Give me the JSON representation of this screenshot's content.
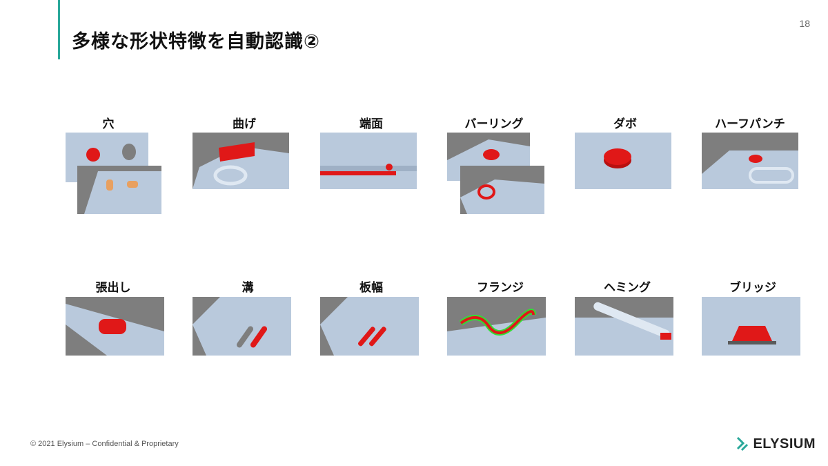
{
  "slide": {
    "title": "多様な形状特徴を自動認識②",
    "page_number": "18",
    "footer": "© 2021 Elysium – Confidential & Proprietary",
    "logo_text": "ELYSIUM"
  },
  "colors": {
    "accent": "#2aa89a",
    "feature_highlight": "#e01818",
    "flange_outline": "#33dd33",
    "model_surface": "#b9c9dc",
    "viewport_background": "#7e7e7e"
  },
  "features": [
    {
      "label": "穴",
      "icon": "hole-icon"
    },
    {
      "label": "曲げ",
      "icon": "bend-icon"
    },
    {
      "label": "端面",
      "icon": "edge-face-icon"
    },
    {
      "label": "バーリング",
      "icon": "burring-icon"
    },
    {
      "label": "ダボ",
      "icon": "dowel-icon"
    },
    {
      "label": "ハーフパンチ",
      "icon": "half-punch-icon"
    },
    {
      "label": "張出し",
      "icon": "emboss-icon"
    },
    {
      "label": "溝",
      "icon": "groove-icon"
    },
    {
      "label": "板幅",
      "icon": "plate-width-icon"
    },
    {
      "label": "フランジ",
      "icon": "flange-icon"
    },
    {
      "label": "ヘミング",
      "icon": "hemming-icon"
    },
    {
      "label": "ブリッジ",
      "icon": "bridge-icon"
    }
  ]
}
